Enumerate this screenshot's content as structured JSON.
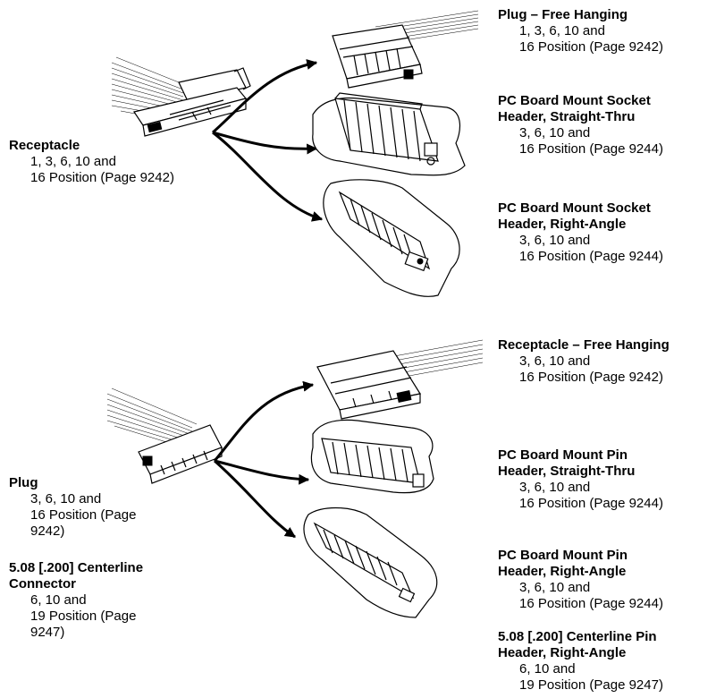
{
  "top_group": {
    "source": {
      "title": "Receptacle",
      "lines": [
        "1, 3, 6, 10 and",
        "16 Position (Page 9242)"
      ]
    },
    "targets": [
      {
        "title_lines": [
          "Plug – Free Hanging"
        ],
        "lines": [
          "1, 3, 6, 10 and",
          "16 Position (Page 9242)"
        ]
      },
      {
        "title_lines": [
          "PC Board Mount Socket",
          "Header, Straight-Thru"
        ],
        "lines": [
          "3, 6, 10 and",
          "16 Position (Page 9244)"
        ]
      },
      {
        "title_lines": [
          "PC Board Mount Socket",
          "Header, Right-Angle"
        ],
        "lines": [
          "3, 6, 10 and",
          "16 Position (Page 9244)"
        ]
      }
    ]
  },
  "bottom_group": {
    "source": {
      "title": "Plug",
      "lines": [
        "3, 6, 10 and",
        "16 Position (Page",
        "9242)"
      ]
    },
    "source_extra": {
      "title_lines": [
        "5.08 [.200] Centerline",
        "Connector"
      ],
      "lines": [
        "6, 10 and",
        "19 Position (Page",
        "9247)"
      ]
    },
    "targets": [
      {
        "title_lines": [
          "Receptacle – Free Hanging"
        ],
        "lines": [
          "3, 6, 10 and",
          "16 Position (Page 9242)"
        ]
      },
      {
        "title_lines": [
          "PC Board Mount Pin",
          "Header, Straight-Thru"
        ],
        "lines": [
          "3, 6, 10 and",
          "16 Position (Page 9244)"
        ]
      },
      {
        "title_lines": [
          "PC Board Mount Pin",
          "Header, Right-Angle"
        ],
        "lines": [
          "3, 6, 10 and",
          "16 Position (Page 9244)"
        ]
      },
      {
        "title_lines": [
          "5.08 [.200] Centerline Pin",
          "Header, Right-Angle"
        ],
        "lines": [
          "6, 10 and",
          "19 Position (Page 9247)"
        ]
      }
    ]
  }
}
